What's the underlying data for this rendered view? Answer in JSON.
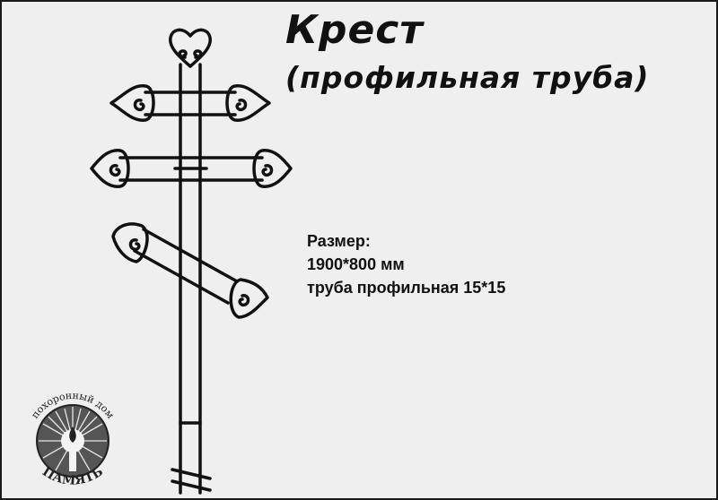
{
  "heading": {
    "title": "Крест",
    "subtitle": "(профильная труба)"
  },
  "specs": {
    "label": "Размер:",
    "size": "1900*800 мм",
    "pipe": "труба профильная 15*15"
  },
  "logo": {
    "top_text": "похоронный дом",
    "bottom_text": "ПАМЯТЬ"
  },
  "icons": {
    "cross": "orthodox-cross-drawing",
    "logo": "candle-sunburst-icon"
  },
  "colors": {
    "background": "#efefef",
    "ink": "#111111",
    "border": "#1a1a1a"
  }
}
